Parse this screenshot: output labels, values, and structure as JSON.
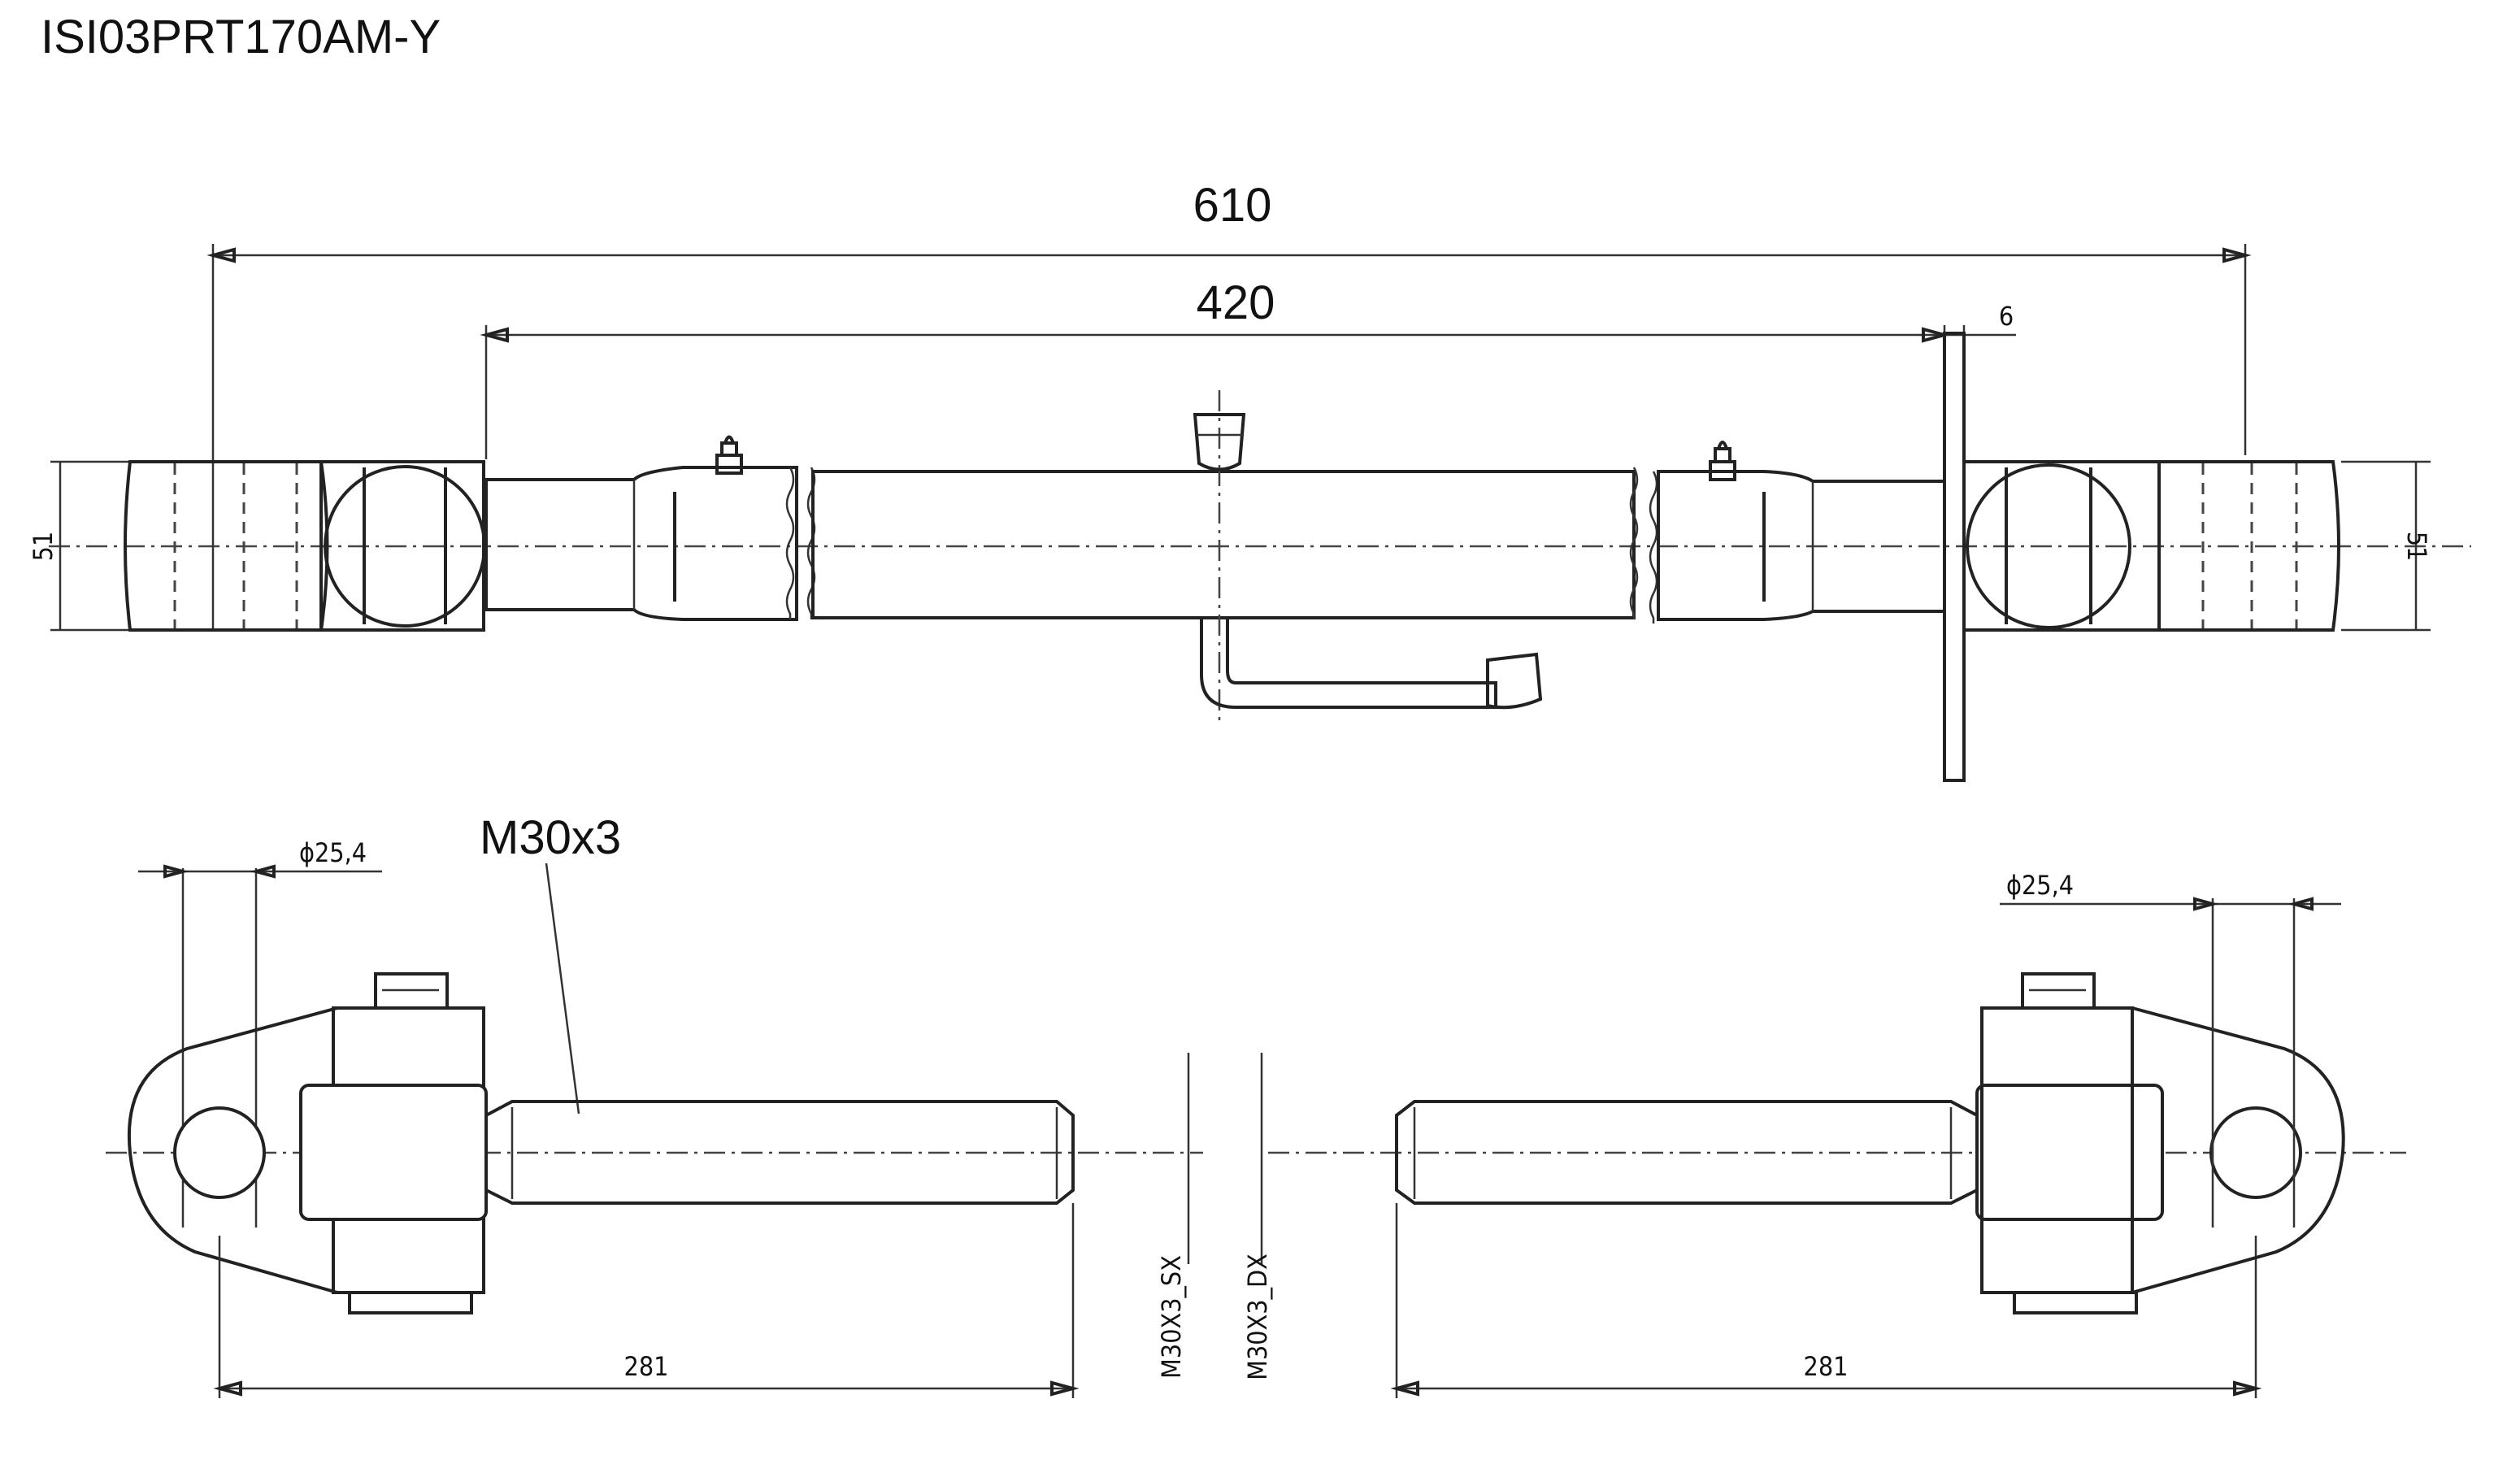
{
  "part_code": "ISI03PRT170AM-Y",
  "dimensions": {
    "overall_length": "610",
    "body_length": "420",
    "plate_thickness": "6",
    "end_height_left": "51",
    "end_height_right": "51",
    "pin_diameter_left": "ϕ25,4",
    "pin_diameter_right": "ϕ25,4",
    "thread_callout": "M30x3",
    "thread_left": "M30X3_SX",
    "thread_right": "M30X3_DX",
    "thread_length_left": "281",
    "thread_length_right": "281"
  }
}
